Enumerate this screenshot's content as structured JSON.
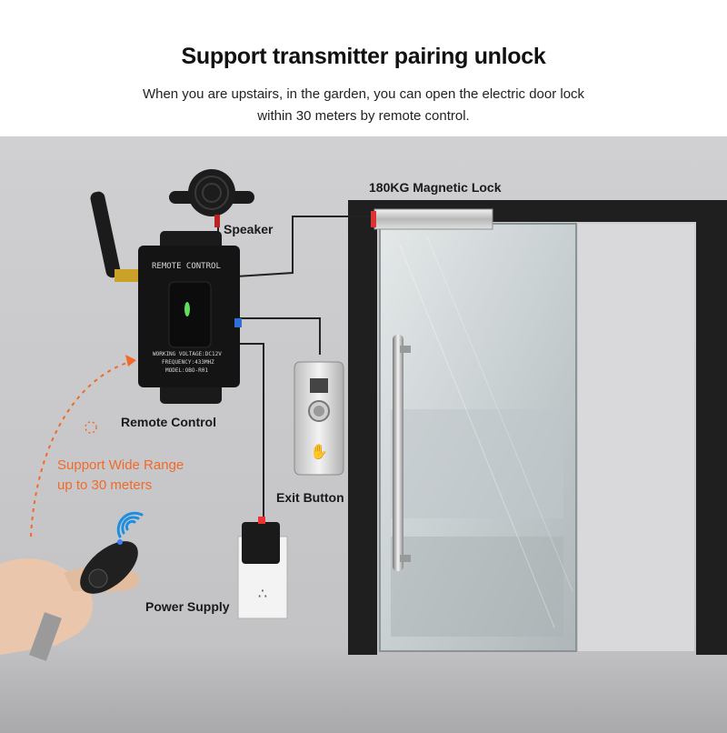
{
  "header": {
    "title": "Support transmitter pairing unlock",
    "subtitle_line1": "When you are upstairs, in the garden, you can open the electric door lock",
    "subtitle_line2": "within 30 meters by remote control."
  },
  "labels": {
    "speaker": "Speaker",
    "magnetic_lock": "180KG Magnetic Lock",
    "remote_control": "Remote Control",
    "exit_button": "Exit Button",
    "power_supply": "Power Supply",
    "range_line1": "Support Wide Range",
    "range_line2": "up to 30 meters"
  },
  "device": {
    "panel_title": "REMOTE CONTROL",
    "spec_voltage": "WORKING VOLTAGE:DC12V",
    "spec_frequency": "FREQUENCY:433MHZ",
    "spec_model": "MODEL:OBO-R01"
  },
  "colors": {
    "accent_orange": "#f06a2a",
    "wifi_blue": "#1e8fe0",
    "wall": "#c9c9cb",
    "floor": "#b5b5b7",
    "door_frame": "#1f1f1f"
  }
}
